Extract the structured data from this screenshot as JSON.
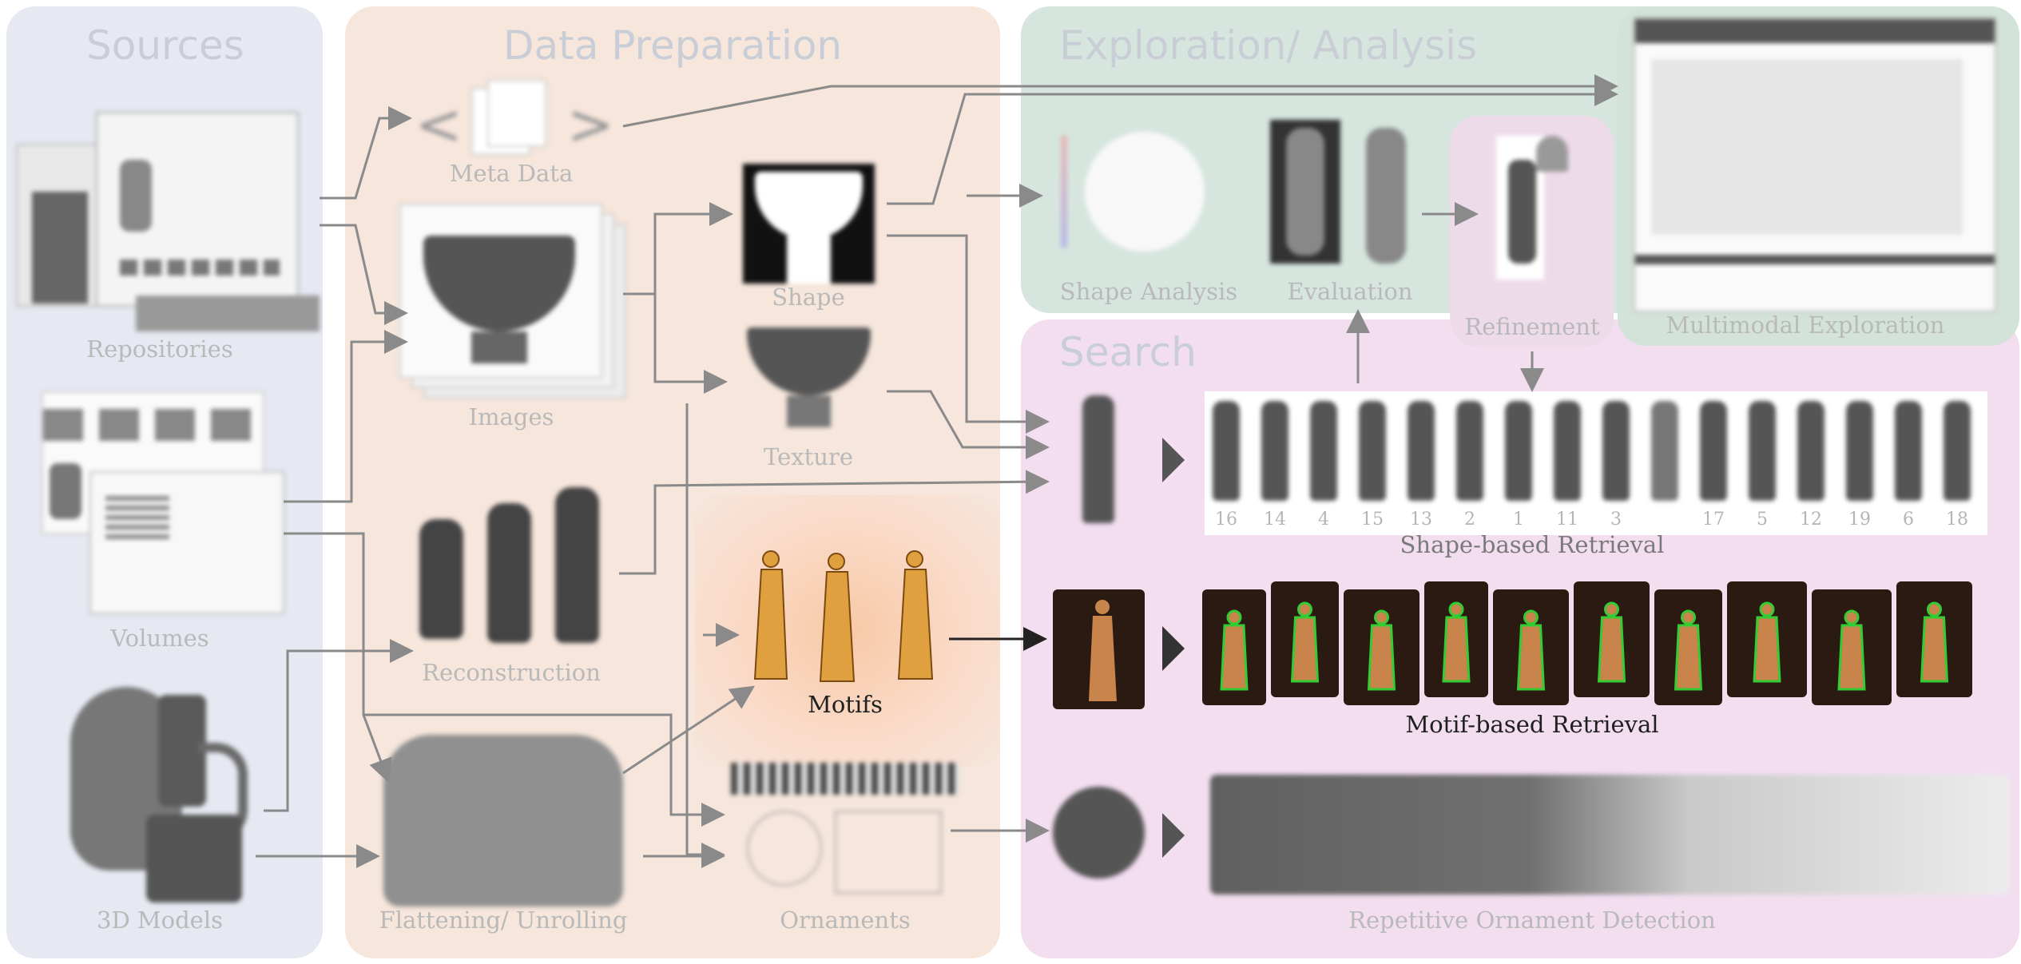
{
  "colors": {
    "sources_bg": "#e6e9f2",
    "dataprep_bg": "#f6e6dc",
    "exploration_bg": "#d6e6de",
    "search_bg": "#f3def0",
    "motifs_highlight": "#f6c7a6",
    "refinement_bg": "#eedbea",
    "arrow": "#8a8a8a",
    "arrow_dark": "#222222",
    "motif_gold": "#e0a040",
    "detection_green": "#33cc33"
  },
  "sections": {
    "sources": "Sources",
    "data_preparation": "Data Preparation",
    "exploration": "Exploration/ Analysis",
    "search": "Search"
  },
  "sources": {
    "repositories": "Repositories",
    "volumes": "Volumes",
    "models_3d": "3D Models"
  },
  "data_preparation": {
    "meta_data": "Meta Data",
    "images": "Images",
    "shape": "Shape",
    "texture": "Texture",
    "reconstruction": "Reconstruction",
    "motifs": "Motifs",
    "flattening": "Flattening/ Unrolling",
    "ornaments": "Ornaments"
  },
  "exploration": {
    "shape_analysis": "Shape Analysis",
    "evaluation": "Evaluation",
    "refinement": "Refinement",
    "multimodal": "Multimodal Exploration"
  },
  "search": {
    "shape_retrieval": "Shape-based Retrieval",
    "shape_result_ranks": [
      "16",
      "14",
      "4",
      "15",
      "13",
      "2",
      "1",
      "11",
      "3",
      "",
      "17",
      "5",
      "12",
      "19",
      "6",
      "18"
    ],
    "motif_retrieval": "Motif-based Retrieval",
    "ornament_detection": "Repetitive Ornament Detection"
  }
}
